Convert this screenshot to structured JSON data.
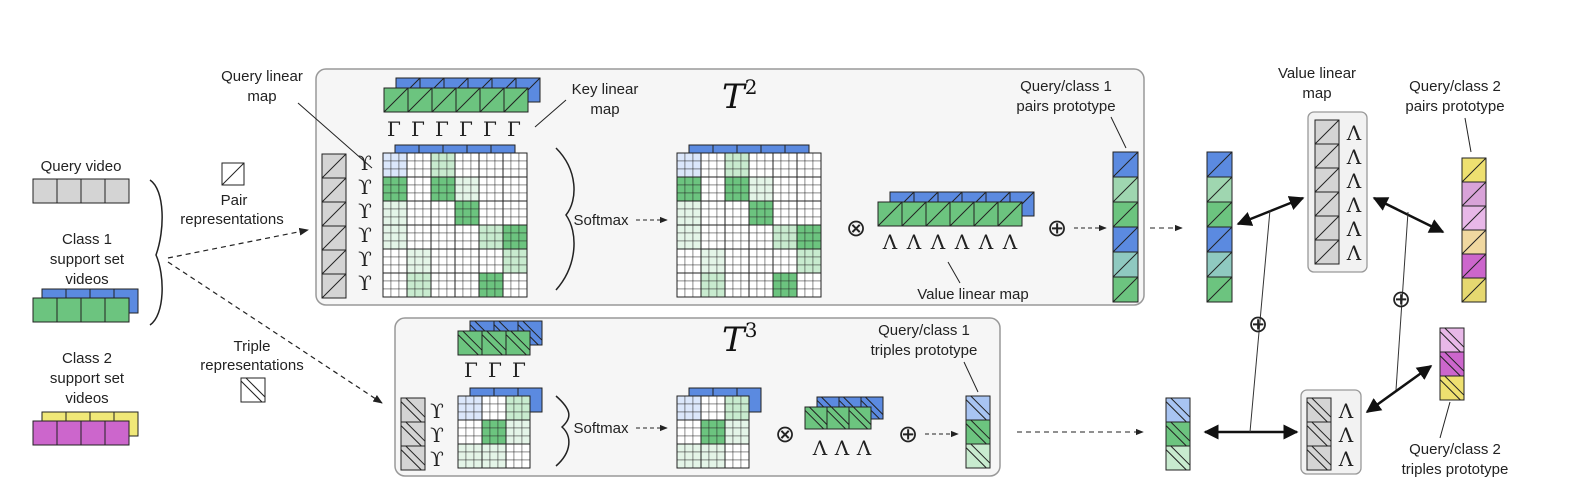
{
  "labels": {
    "query_video": "Query video",
    "class1_support": [
      "Class 1",
      "support set",
      "videos"
    ],
    "class2_support": [
      "Class 2",
      "support set",
      "videos"
    ],
    "pair_repr": [
      "Pair",
      "representations"
    ],
    "triple_repr": [
      "Triple",
      "representations"
    ],
    "query_linear_map": [
      "Query linear",
      "map"
    ],
    "key_linear_map": [
      "Key linear",
      "map"
    ],
    "value_linear_map_t2": "Value linear map",
    "value_linear_map_right": [
      "Value linear",
      "map"
    ],
    "t2_base": "T",
    "t2_exp": "2",
    "t3_base": "T",
    "t3_exp": "3",
    "softmax_t2": "Softmax",
    "softmax_t3": "Softmax",
    "q1_pairs_proto": [
      "Query/class 1",
      "pairs prototype"
    ],
    "q1_triples_proto": [
      "Query/class 1",
      "triples prototype"
    ],
    "q2_pairs_proto": [
      "Query/class 2",
      "pairs prototype"
    ],
    "q2_triples_proto": [
      "Query/class 2",
      "triples prototype"
    ]
  },
  "symbols": {
    "gamma": "Γ",
    "lambda": "Λ",
    "upsilon": "ϒ",
    "otimes": "⊗",
    "oplus": "⊕"
  },
  "colors": {
    "query_grey": "#d4d4d4",
    "class1_blue": "#5b8ae0",
    "class1_green": "#6cc47f",
    "class2_yellow": "#f0e878",
    "class2_magenta": "#cc66cc",
    "panel_bg": "#f6f6f6",
    "panel_border": "#999999"
  }
}
